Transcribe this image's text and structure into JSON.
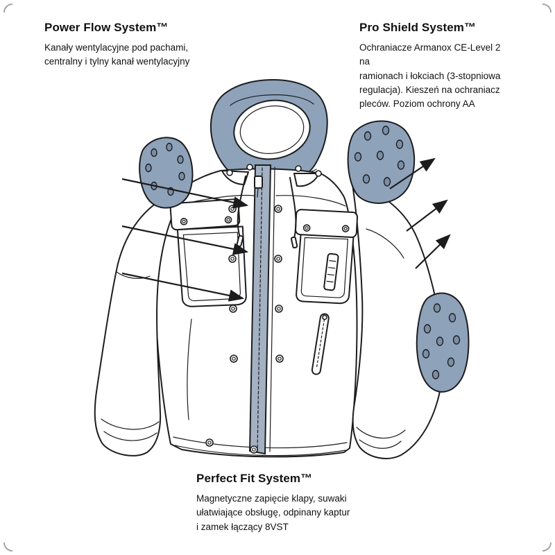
{
  "features": {
    "power_flow": {
      "title": "Power Flow System™",
      "description": "Kanały wentylacyjne pod pachami,\ncentralny i tylny kanał wentylacyjny"
    },
    "pro_shield": {
      "title": "Pro Shield System™",
      "description": "Ochraniacze Armanox CE-Level 2 na\nramionach i łokciach (3-stopniowa\nregulacja). Kieszeń na ochraniacz\npleców. Poziom ochrony AA"
    },
    "perfect_fit": {
      "title": "Perfect Fit System™",
      "description": "Magnetyczne zapięcie klapy, suwaki\nułatwiające obsługę, odpinany kaptur\ni zamek łączący 8VST"
    }
  },
  "illustration": {
    "name": "hooded-motorcycle-jacket-technical-diagram",
    "colors": {
      "line": "#1c1c1e",
      "armor_fill": "#8ea2ba",
      "armor_hole": "#7a8ea6",
      "zipper_fill": "#a3b1c2",
      "body_fill": "#ffffff",
      "bg": "#ffffff"
    }
  }
}
